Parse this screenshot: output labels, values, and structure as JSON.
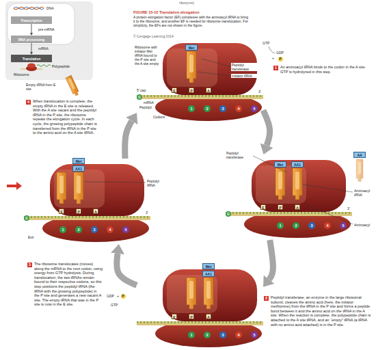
{
  "diagram": {
    "title": "FIGURE 15-15 Translation elongation",
    "caption": "A protein elongation factor (EF) complexes with the aminoacyl tRNA to bring it to the ribosome, and another EF is needed for ribosome translocation. For simplicity, the EFs are not shown in the figure.",
    "nodes": [
      {
        "text": [
          "DNA",
          "pre-mRNA",
          "mRNA",
          "Polypeptide",
          "Ribosome"
        ]
      },
      {
        "text": [
          "Transcription"
        ],
        "in": 0
      },
      {
        "text": [
          "RNA processing"
        ],
        "in": 0
      },
      {
        "text": [
          "Translation"
        ],
        "in": 0
      },
      {
        "text": [
          "E",
          "P",
          "A"
        ]
      },
      {
        "text": [
          "E",
          "P",
          "A"
        ]
      },
      {
        "text": [
          "E",
          "P",
          "A"
        ]
      },
      {
        "text": [
          "E",
          "P",
          "A"
        ]
      }
    ],
    "edges": [
      {
        "from": 1,
        "to": 2,
        "arrow": "to"
      },
      {
        "from": 2,
        "to": 3,
        "arrow": "to"
      },
      {
        "from": 4,
        "to": 5,
        "arrow": "to"
      },
      {
        "from": 5,
        "to": 6,
        "arrow": "to"
      },
      {
        "from": 6,
        "to": 7,
        "arrow": "to"
      },
      {
        "from": 7,
        "to": 4,
        "arrow": "to"
      }
    ],
    "labels": [
      "ribozyme)",
      "© Cengage Learning 2014",
      "Ribosome with initiator Met tRNA bound to the P site and the A site empty",
      "Peptidyl transferase",
      "Initiator tRNA",
      "Met",
      "5' cap",
      "mRNA",
      "Peptidyl",
      "Codons",
      "3'",
      "1",
      "2",
      "3",
      "4",
      "5",
      "1",
      "An aminoacyl tRNA binds to the codon in the A site. GTP is hydrolyzed in this step.",
      "GTP",
      "GDP",
      "+",
      "P",
      "Peptidyl transferase",
      "Met",
      "AA1",
      "AA",
      "Aminoacyl tRNA",
      "Aminoacyl",
      "3'",
      "1",
      "2",
      "3",
      "4",
      "5",
      "2",
      "Peptidyl transferase, an enzyme in the large ribosomal subunit, cleaves the amino acid (here, the initiator methionine) from the tRNA in the P site and forms a peptide bond between it and the amino acid on the tRNA in the A site. When the reaction is complete, the polypeptide chain is attached to the A site tRNA, and an “empty” tRNA (a tRNA with no amino acid attached) is in the P site.",
      "Met",
      "AA1",
      "1",
      "2",
      "3",
      "4",
      "5",
      "3",
      "The ribosome translocates (moves) along the mRNA to the next codon, using energy from GTP hydrolysis. During translocation, the two tRNAs remain bound to their respective codons, so this step positions the peptidyl tRNA (the tRNA with the growing polypeptide) in the P site and generates a new vacant A site. The empty tRNA that was in the P site is now in the E site.",
      "GDP",
      "+",
      "P",
      "GTP",
      "4",
      "When translocation is complete, the empty tRNA in the E site is released. With the A site vacant and the peptidyl tRNA in the P site, the ribosome repeats the elongation cycle. In each cycle, the growing polypeptide chain is transferred from the tRNA in the P site to the amino acid on the A site tRNA.",
      "Empty tRNA from E site",
      "Met",
      "AA1",
      "Peptidyl tRNA",
      "Exit",
      "3'",
      "1",
      "2",
      "3",
      "4",
      "5",
      "G",
      "G",
      "G"
    ]
  }
}
